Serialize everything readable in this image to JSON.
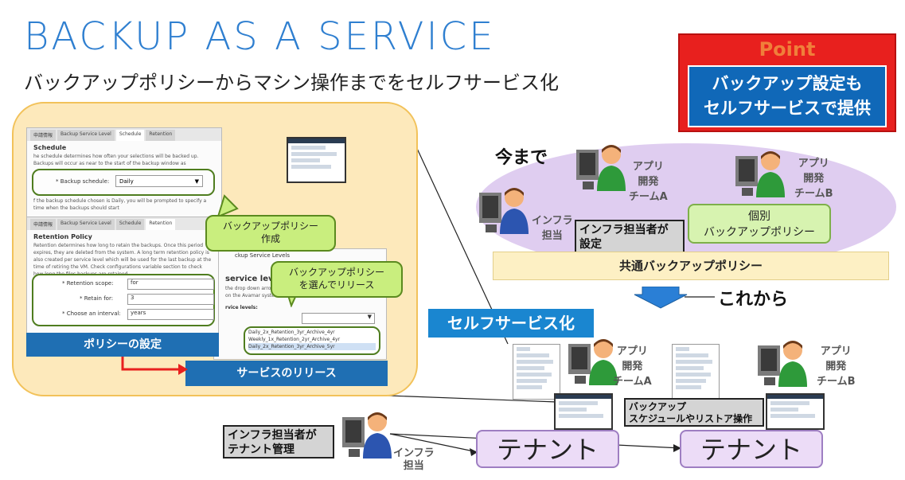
{
  "title": "BACKUP AS A SERVICE",
  "subtitle": "バックアップポリシーからマシン操作までをセルフサービス化",
  "point": {
    "label": "Point",
    "lines": [
      "バックアップ設定も",
      "セルフサービスで提供"
    ]
  },
  "screenshot1": {
    "tabs": [
      "申請情報",
      "Backup Service Level",
      "Schedule",
      "Retention"
    ],
    "heading": "Schedule",
    "text": "he schedule determines how often your selections will be backed up. Backups will occur as near to the start of the backup window as",
    "field_label": "* Backup schedule:",
    "field_value": "Daily",
    "footer_text": "f the backup schedule chosen is Daily, you will be prompted to specify a time when the backups should start"
  },
  "screenshot2": {
    "tabs": [
      "申請情報",
      "Backup Service Level",
      "Schedule",
      "Retention"
    ],
    "heading": "Retention Policy",
    "text": "Retention determines how long to retain the backups. Once this period expires, they are deleted from the system. A long term retention policy is also created per service level which will be used for the last backup at the time of retiring the VM. Check configurations variable section to check how long the files backups are retained.",
    "fields": [
      {
        "label": "* Retention scope:",
        "value": "for"
      },
      {
        "label": "* Retain for:",
        "value": "3"
      },
      {
        "label": "* Choose an interval:",
        "value": "years"
      }
    ]
  },
  "screenshot3": {
    "header": "ckup Service Levels",
    "heading": "service level",
    "text": "the drop down arrow to see the available backup service levels on the Avamar system",
    "field_label": "rvice levels:",
    "options": [
      "Daily_2x_Retention_3yr_Archive_4yr",
      "Weekly_1x_Retention_2yr_Archive_4yr",
      "Daily_2x_Retention_3yr_Archive_5yr"
    ]
  },
  "callouts": {
    "create": [
      "バックアップポリシー",
      "作成"
    ],
    "select": [
      "バックアップポリシー",
      "を選んでリリース"
    ]
  },
  "policy_setting": "ポリシーの設定",
  "service_release": "サービスのリリース",
  "until_now": "今まで",
  "from_now": "これから",
  "self_service": "セルフサービス化",
  "infra_label": [
    "インフラ",
    "担当"
  ],
  "app_team_a": [
    "アプリ",
    "開発",
    "チームA"
  ],
  "app_team_b": [
    "アプリ",
    "開発",
    "チームB"
  ],
  "infra_sets": [
    "インフラ担当者が",
    "設定"
  ],
  "individual_policy": [
    "個別",
    "バックアップポリシー"
  ],
  "common_policy": "共通バックアップポリシー",
  "backup_ops": [
    "バックアップ",
    "スケジュールやリストア操作"
  ],
  "infra_manages": [
    "インフラ担当者が",
    "テナント管理"
  ],
  "tenant": "テナント",
  "colors": {
    "title": "#2f7fd0",
    "accent_red": "#e8201e",
    "accent_blue": "#1068b8",
    "panel": "#fde9bb",
    "ellipse": "#dfcdf0"
  }
}
